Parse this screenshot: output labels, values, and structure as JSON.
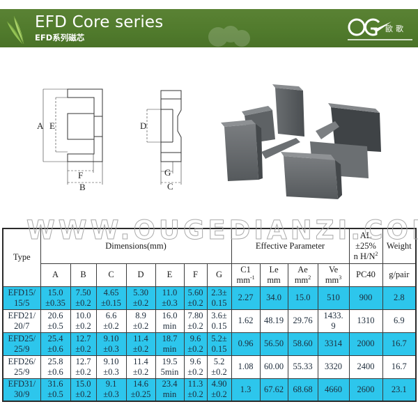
{
  "header": {
    "title": "EFD Core series",
    "subtitle": "EFD系列磁芯",
    "brand_logo": "OG",
    "brand_chinese": "歐歌",
    "colors": {
      "banner": "#527b2e",
      "text": "#ffffff"
    }
  },
  "drawing": {
    "front_view_labels": [
      "A",
      "E",
      "F",
      "B"
    ],
    "side_view_labels": [
      "D",
      "G",
      "C"
    ]
  },
  "photo": {
    "alt": "EFD ferrite core pair (grey)"
  },
  "watermark": "WWW.OUGEDIANZI.COM",
  "table": {
    "colors": {
      "highlight_row": "#2dc6ec",
      "plain_row": "#ffffff",
      "border": "#3a3a3a"
    },
    "headers": {
      "type": "Type",
      "dimensions": "Dimensions(mm)",
      "effective": "Effective Parameter",
      "al_line1": "AL",
      "al_line2": "±25%",
      "al_line3": "n H/N",
      "al_sup": "2",
      "weight": "Weight"
    },
    "subheaders": {
      "A": "A",
      "B": "B",
      "C": "C",
      "D": "D",
      "E": "E",
      "F": "F",
      "G": "G",
      "C1": "C1",
      "C1_unit": "mm",
      "C1_sup": "-1",
      "Le": "Le",
      "Le_unit": "mm",
      "Ae": "Ae",
      "Ae_unit": "mm",
      "Ae_sup": "2",
      "Ve": "Ve",
      "Ve_unit": "mm",
      "Ve_sup": "3",
      "AL": "PC40",
      "Weight": "g/pair"
    },
    "rows": [
      {
        "type1": "EFD15/",
        "type2": "15/5",
        "A1": "15.0",
        "A2": "±0.35",
        "B1": "7.50",
        "B2": "±0.2",
        "C1d": "4.65",
        "C2d": "±0.15",
        "D1": "5.30",
        "D2": "±0.2",
        "E1": "11.0",
        "E2": "±0.3",
        "F1": "5.60",
        "F2": "±0.2",
        "G1": "2.3±",
        "G2": "0.15",
        "c1": "2.27",
        "le": "34.0",
        "ae": "15.0",
        "ve": "510",
        "al": "900",
        "weight": "2.8"
      },
      {
        "type1": "EFD21/",
        "type2": "20/7",
        "A1": "20.6",
        "A2": "±0.5",
        "B1": "10.0",
        "B2": "±0.2",
        "C1d": "6.6",
        "C2d": "±0.2",
        "D1": "8.9",
        "D2": "±0.2",
        "E1": "16.0",
        "E2": "min",
        "F1": "7.80",
        "F2": "±0.2",
        "G1": "3.6±",
        "G2": "0.15",
        "c1": "1.62",
        "le": "48.19",
        "ae": "29.76",
        "ve": "1433.\n9",
        "ve1": "1433.",
        "ve2": "9",
        "al": "1310",
        "weight": "6.9"
      },
      {
        "type1": "EFD25/",
        "type2": "25/9",
        "A1": "25.4",
        "A2": "±0.6",
        "B1": "12.7",
        "B2": "±0.2",
        "C1d": "9.10",
        "C2d": "±0.3",
        "D1": "11.4",
        "D2": "±0.2",
        "E1": "18.7",
        "E2": "min",
        "F1": "9.6",
        "F2": "±0.2",
        "G1": "5.2±",
        "G2": "0.15",
        "c1": "0.96",
        "le": "56.50",
        "ae": "58.60",
        "ve": "3314",
        "al": "2000",
        "weight": "16.7"
      },
      {
        "type1": "EFD26/",
        "type2": "25/9",
        "A1": "25.8",
        "A2": "±0.6",
        "B1": "12.7",
        "B2": "±0.2",
        "C1d": "9.10",
        "C2d": "±0.3",
        "D1": "11.4",
        "D2": "±0.2",
        "E1": "19.5",
        "E2": "5min",
        "F1": "9.6",
        "F2": "±0.2",
        "G1": "5.2",
        "G2": "±0.2",
        "c1": "1.08",
        "le": "60.00",
        "ae": "55.33",
        "ve": "3320",
        "al": "2400",
        "weight": "16.7"
      },
      {
        "type1": "EFD31/",
        "type2": "30/9",
        "A1": "31.6",
        "A2": "±0.5",
        "B1": "15.0",
        "B2": "±0.2",
        "C1d": "9.1",
        "C2d": "±0.3",
        "D1": "14.6",
        "D2": "±0.25",
        "E1": "23.4",
        "E2": "min",
        "F1": "11.3",
        "F2": "±0.2",
        "G1": "4.90",
        "G2": "±0.2",
        "c1": "1.3",
        "le": "67.62",
        "ae": "68.68",
        "ve": "4660",
        "al": "2600",
        "weight": "23.1"
      }
    ]
  }
}
